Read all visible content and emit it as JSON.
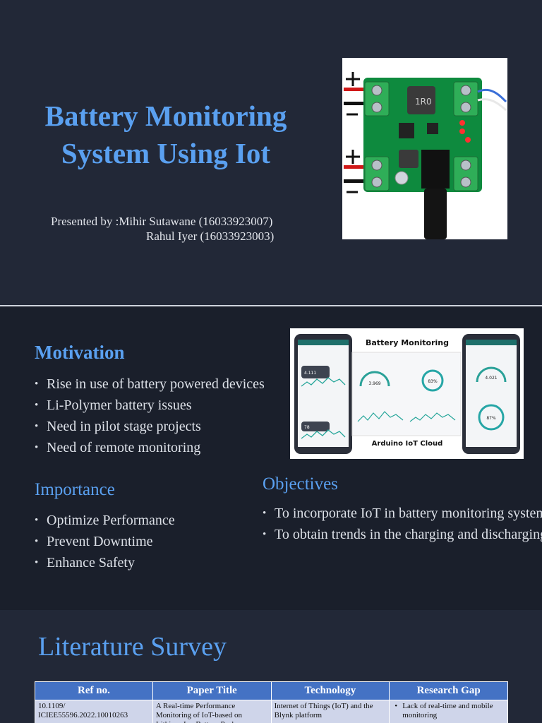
{
  "slide1": {
    "title_line1": "Battery Monitoring",
    "title_line2": "System Using Iot",
    "presented_by": "Presented by :Mihir Sutawane (16033923007)",
    "presenter2": "Rahul Iyer (16033923003)"
  },
  "slide2": {
    "motivation_heading": "Motivation",
    "motivation_items": [
      "Rise in use of battery powered devices",
      "Li-Polymer battery issues",
      "Need in pilot stage projects",
      "Need of remote monitoring"
    ],
    "importance_heading": "Importance",
    "importance_items": [
      "Optimize Performance",
      "Prevent Downtime",
      "Enhance Safety"
    ],
    "objectives_heading": "Objectives",
    "objectives_items": [
      "To incorporate IoT in battery monitoring system",
      "To obtain trends in the charging and discharging"
    ],
    "iot_image": {
      "title": "Battery Monitoring",
      "footer": "Arduino IoT Cloud",
      "voltage_left": "3.969",
      "percent_left": "83%",
      "voltage_right": "4.021",
      "percent_right": "87%",
      "phone_value_top": "4.111",
      "phone_value_bottom": "78"
    }
  },
  "slide3": {
    "heading": "Literature Survey",
    "table_headers": [
      "Ref no.",
      "Paper Title",
      "Technology",
      "Research Gap"
    ],
    "row1": {
      "ref": "10.1109/ ICIEE55596.2022.10010263",
      "title": "A Real-time Performance Monitoring of IoT-based on Lithium-Ion Battery Pack",
      "technology": "Internet of Things (IoT) and the Blynk platform",
      "gap": "Lack of real-time and mobile monitoring"
    }
  },
  "colors": {
    "heading_blue": "#5aa0f0",
    "objectives_yellow": "#f2d77a",
    "table_header": "#4472c4",
    "table_cell": "#cfd5ea"
  }
}
